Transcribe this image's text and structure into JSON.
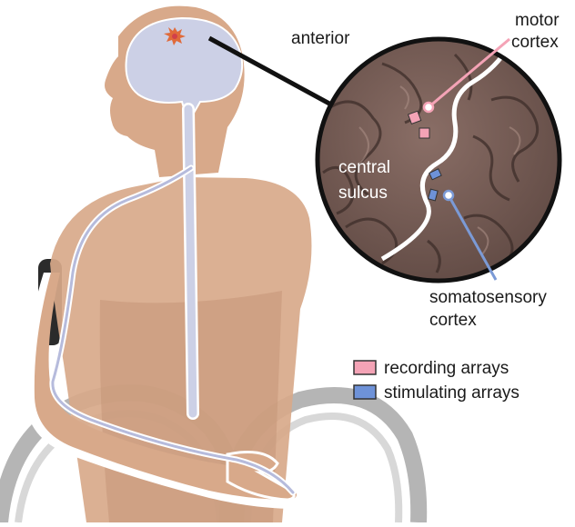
{
  "labels": {
    "anterior": "anterior",
    "motor_line1": "motor",
    "motor_line2": "cortex",
    "central_line1": "central",
    "central_line2": "sulcus",
    "somato_line1": "somatosensory",
    "somato_line2": "cortex"
  },
  "legend": {
    "recording": "recording arrays",
    "stimulating": "stimulating arrays"
  },
  "colors": {
    "skin": "#d8a98a",
    "skin_shade": "#c49578",
    "brain": "#ccd0e6",
    "nerve": "#c9cde4",
    "cortex_bg": "#7a5f57",
    "recording": "#f4a3b6",
    "stimulating": "#6e92d8",
    "motor_pointer": "#f4a3b6",
    "somato_pointer": "#7b9ad6"
  }
}
